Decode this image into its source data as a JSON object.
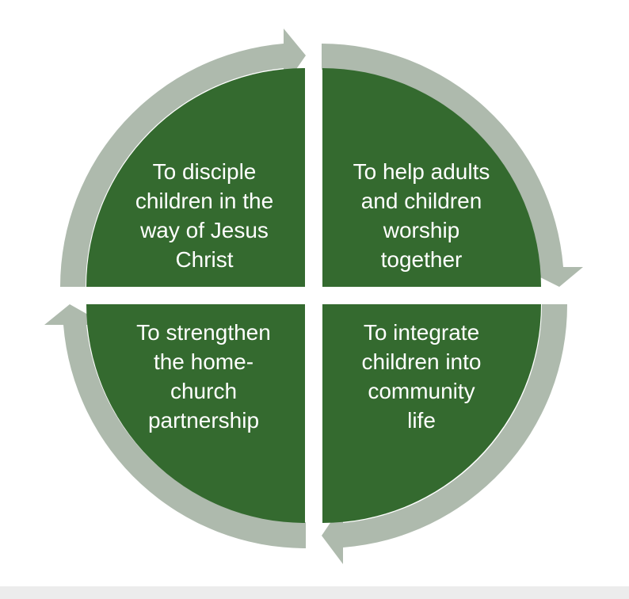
{
  "diagram": {
    "colors": {
      "segment_fill": "#346a2f",
      "arrow_fill": "#aebaad",
      "text": "#ffffff",
      "background": "#ffffff"
    },
    "segments": [
      {
        "position": "top-left",
        "lines": [
          "To disciple",
          "children in the",
          "way of Jesus",
          "Christ"
        ]
      },
      {
        "position": "top-right",
        "lines": [
          "To help adults",
          "and children",
          "worship",
          "together"
        ]
      },
      {
        "position": "bottom-left",
        "lines": [
          "To strengthen",
          "the home-",
          "church",
          "partnership"
        ]
      },
      {
        "position": "bottom-right",
        "lines": [
          "To integrate",
          "children into",
          "community",
          "life"
        ]
      }
    ]
  }
}
